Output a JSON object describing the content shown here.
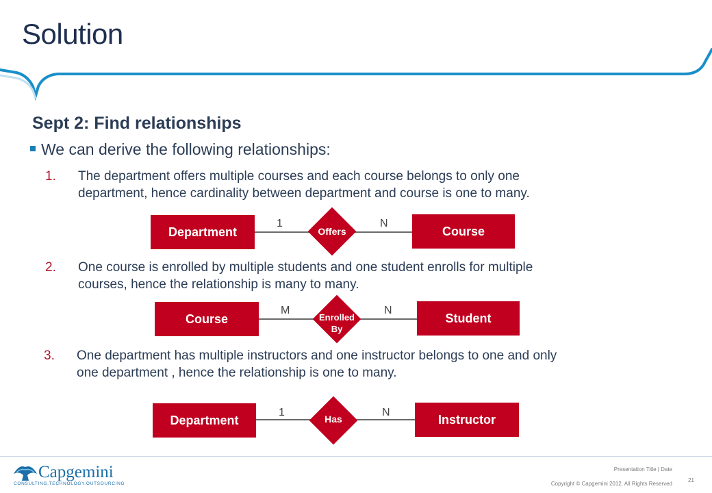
{
  "slide": {
    "title": "Solution",
    "subheading": "Sept 2: Find relationships",
    "bullet": "We can derive the following relationships:",
    "items": [
      {
        "num": "1.",
        "line1": "The department offers multiple courses and each course belongs to only one",
        "line2": "department, hence cardinality between department and course is one to many."
      },
      {
        "num": "2.",
        "line1": "One course is enrolled by multiple students and one student enrolls for multiple",
        "line2": "courses, hence the relationship is many to many."
      },
      {
        "num": "3.",
        "line1": "One department has multiple instructors and one instructor belongs to one and only",
        "line2": "one department , hence the relationship is one to many."
      }
    ]
  },
  "diagrams": [
    {
      "left_entity": "Department",
      "relationship": "Offers",
      "right_entity": "Course",
      "left_card": "1",
      "right_card": "N"
    },
    {
      "left_entity": "Course",
      "relationship_line1": "Enrolled",
      "relationship_line2": "By",
      "right_entity": "Student",
      "left_card": "M",
      "right_card": "N"
    },
    {
      "left_entity": "Department",
      "relationship": "Has",
      "right_entity": "Instructor",
      "left_card": "1",
      "right_card": "N"
    }
  ],
  "footer": {
    "logo_text": "Capgemini",
    "logo_tagline": "CONSULTING.TECHNOLOGY.OUTSOURCING",
    "presentation": "Presentation Title | Date",
    "copyright": "Copyright © Capgemini 2012. All Rights Reserved",
    "page": "21"
  },
  "colors": {
    "accent_red": "#c0001e",
    "title_navy": "#1f2f4f",
    "brand_blue": "#1b6fa8",
    "wave_blue": "#1a8fc9"
  }
}
